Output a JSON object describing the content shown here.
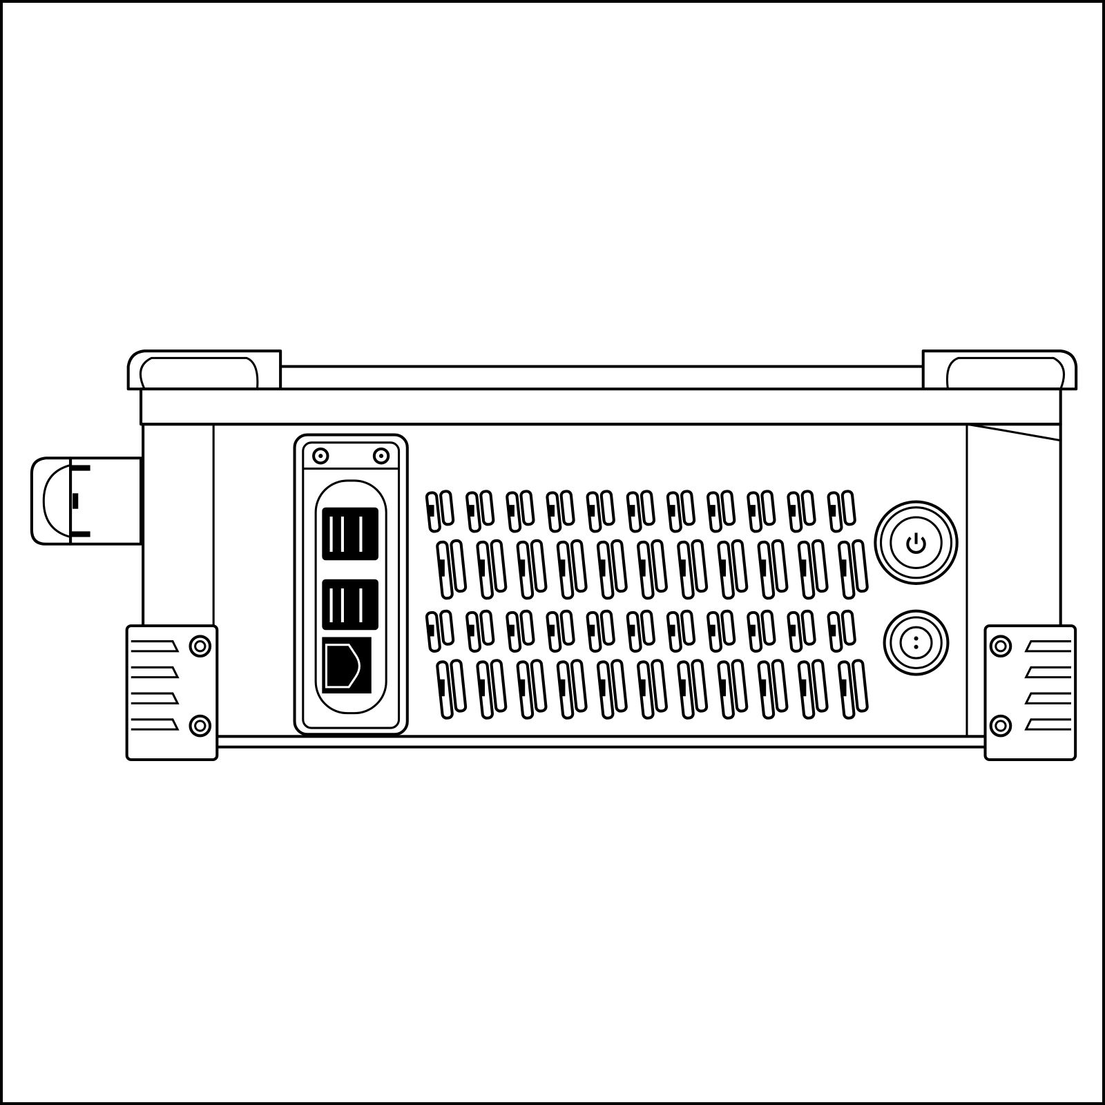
{
  "drawing": {
    "subject": "rugged-mini-pc-side-view",
    "colors": {
      "line": "#000000",
      "background": "#ffffff"
    },
    "icons": [
      "power-icon",
      "dc-power-connector-icon",
      "usb-port-icon",
      "ethernet-port-icon",
      "screw-icon",
      "vent-slot-icon",
      "handle-icon"
    ],
    "ports": {
      "usb_count": 4,
      "ethernet_count": 1
    },
    "vents": {
      "rows": 4,
      "columns": 11
    }
  }
}
